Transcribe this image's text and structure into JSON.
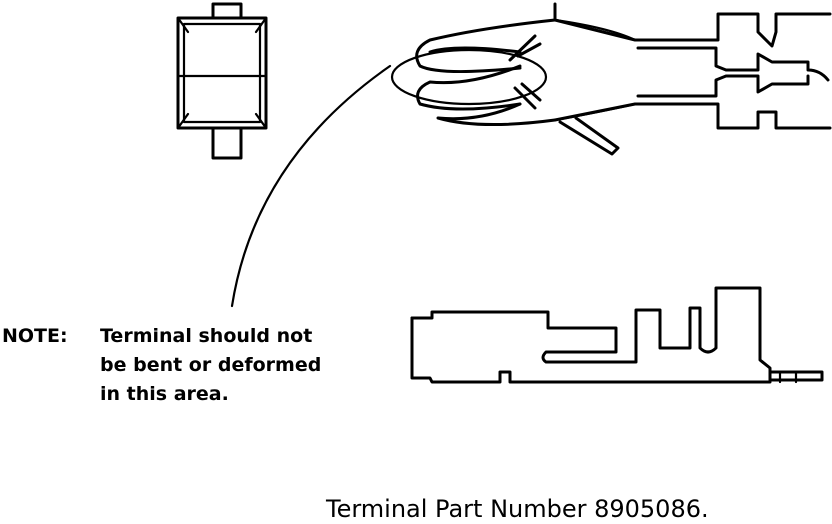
{
  "note": {
    "label": "NOTE:",
    "lines": [
      "Terminal should not",
      "be bent or deformed",
      "in this area."
    ]
  },
  "caption": "Terminal Part Number 8905086."
}
